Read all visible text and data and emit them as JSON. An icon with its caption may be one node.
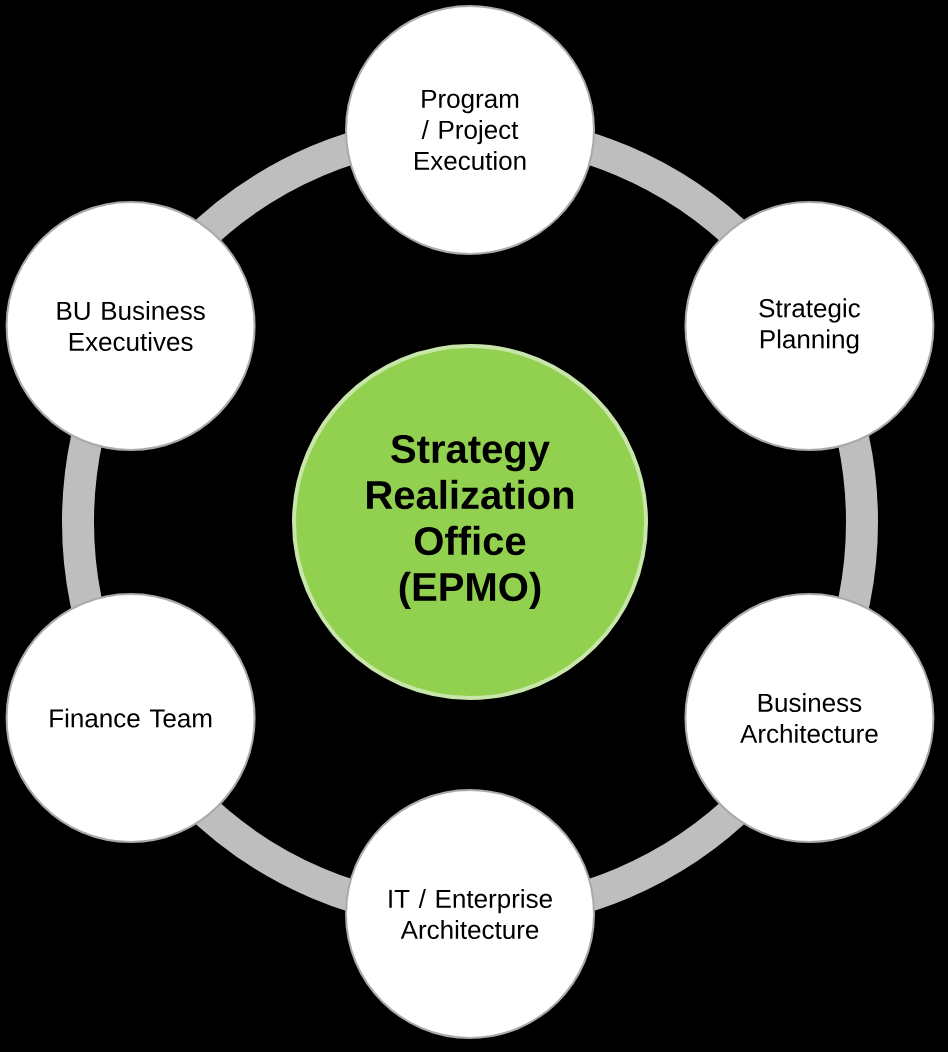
{
  "diagram": {
    "nodes": [
      {
        "text": [
          "Strategy Realization Office (EPMO)"
        ]
      },
      {
        "text": [
          "Program / Project Execution"
        ]
      },
      {
        "text": [
          "Strategic Planning"
        ]
      },
      {
        "text": [
          "Business Architecture"
        ]
      },
      {
        "text": [
          "IT / Enterprise Architecture"
        ]
      },
      {
        "text": [
          "Finance Team"
        ]
      },
      {
        "text": [
          "BU Business Executives"
        ]
      }
    ]
  }
}
